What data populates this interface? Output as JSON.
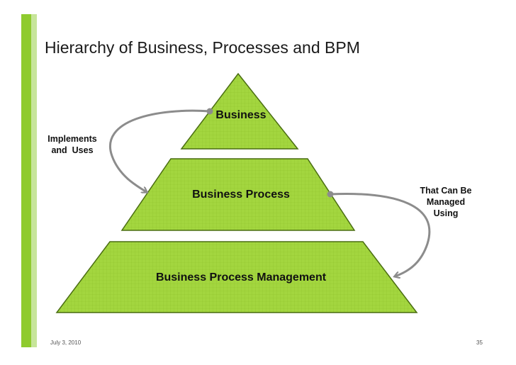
{
  "slide": {
    "title": "Hierarchy of Business, Processes and BPM",
    "footer_date": "July 3, 2010",
    "page_number": "35"
  },
  "pyramid": {
    "tiers": [
      {
        "label": "Business"
      },
      {
        "label": "Business Process"
      },
      {
        "label": "Business Process Management"
      }
    ],
    "fill_color": "#9fd43c",
    "stroke_color": "#4a6d12"
  },
  "connectors": {
    "left_label_line1": "Implements",
    "left_label_line2": "and  Uses",
    "right_label_line1": "That Can Be",
    "right_label_line2": "Managed",
    "right_label_line3": "Using",
    "arrow_color": "#8c8c8c"
  },
  "accent_colors": {
    "bar_dark": "#8fcb2e",
    "bar_light": "#c7e59a"
  }
}
